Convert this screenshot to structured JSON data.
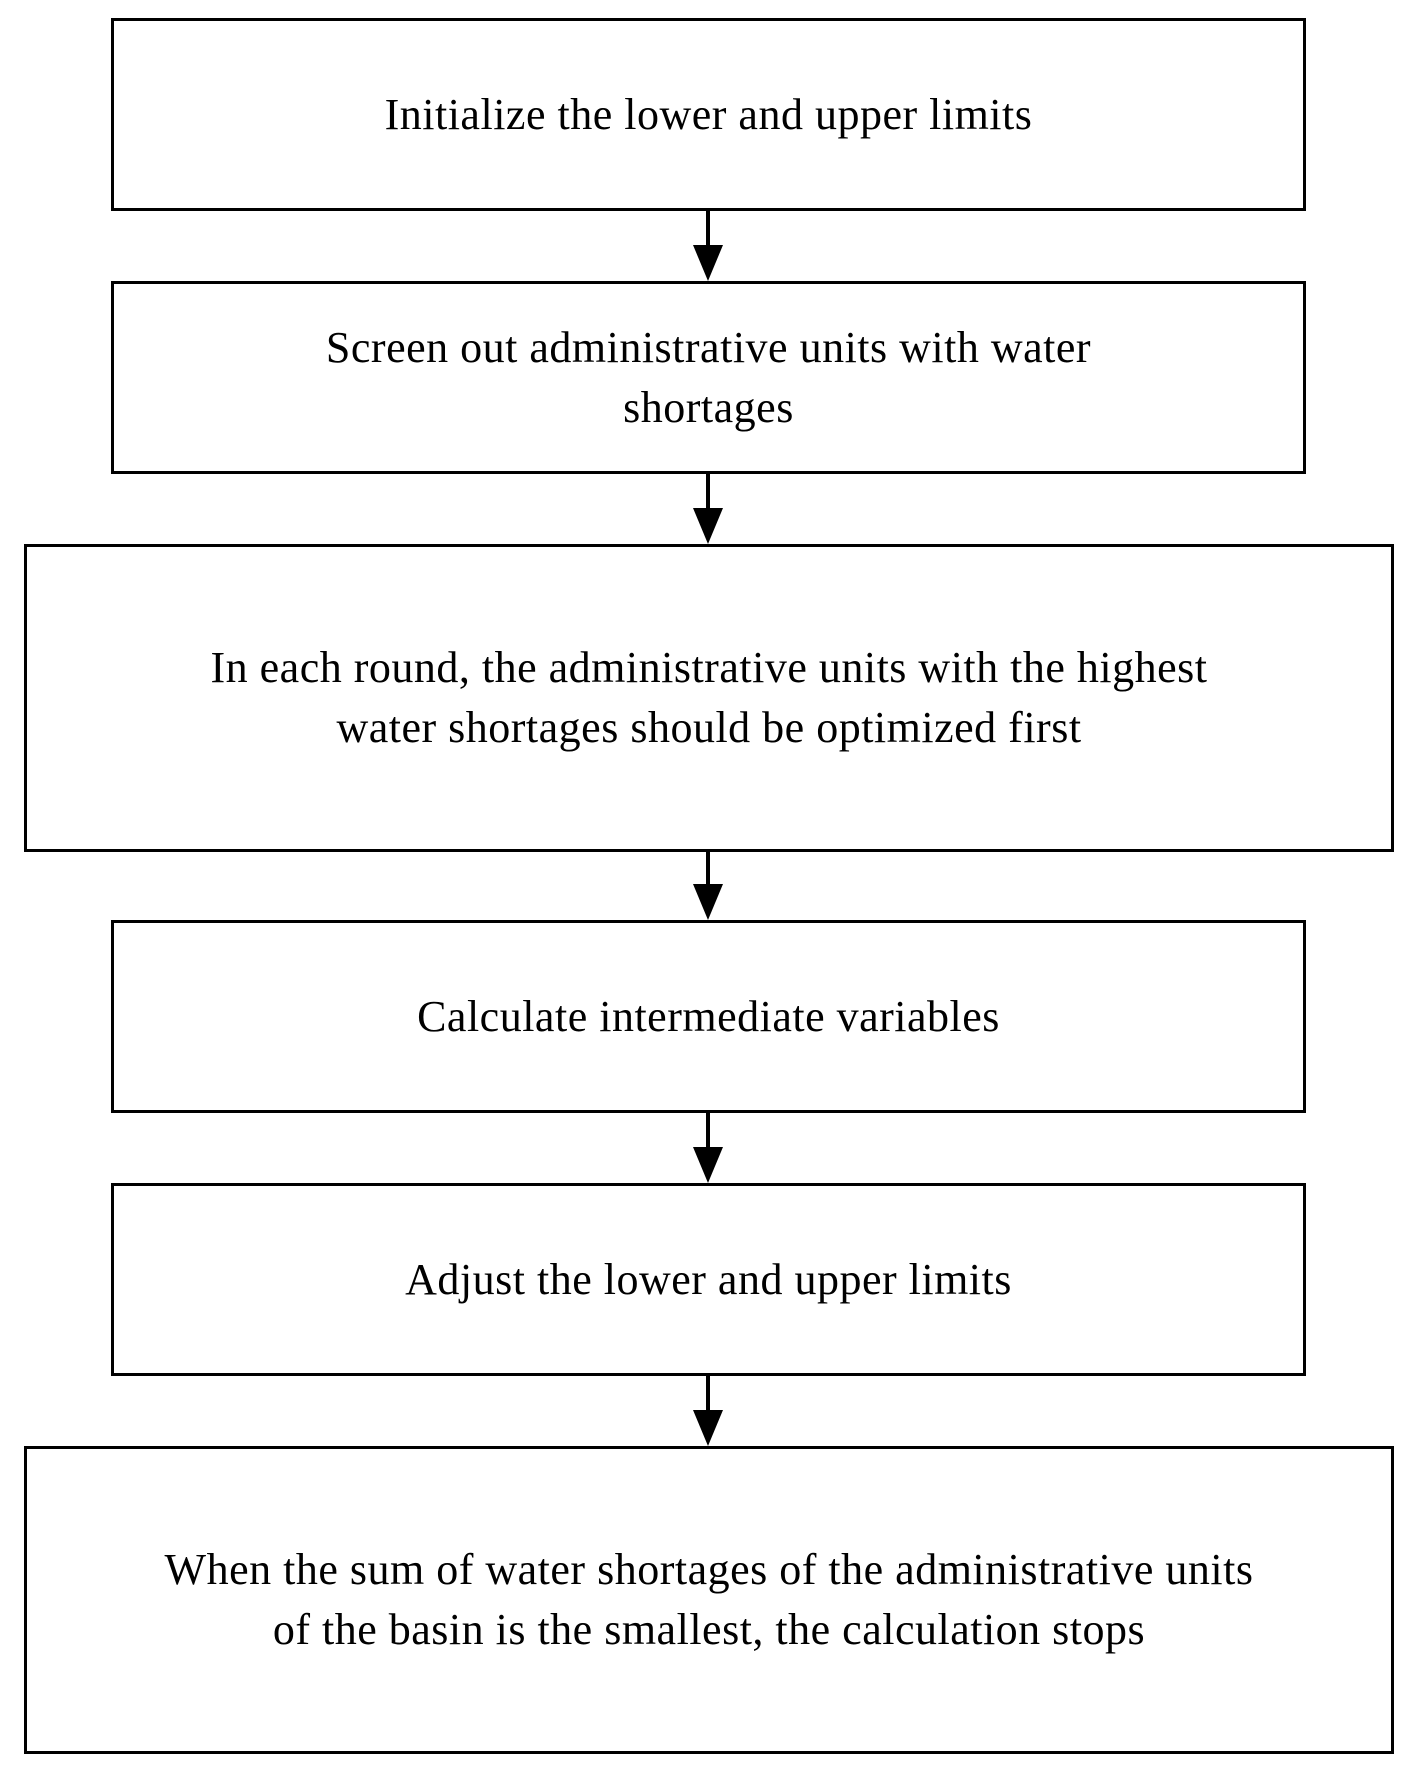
{
  "flowchart": {
    "steps": [
      {
        "text": "Initialize the lower and upper limits"
      },
      {
        "text": "Screen out administrative units with water\nshortages"
      },
      {
        "text": "In each round, the administrative units  with the highest\nwater shortages should be optimized first"
      },
      {
        "text": "Calculate intermediate variables"
      },
      {
        "text": "Adjust the lower and upper limits"
      },
      {
        "text": "When the sum of water shortages of the administrative units\nof the basin is the smallest, the calculation stops"
      }
    ],
    "colors": {
      "stroke": "#000000",
      "background": "#ffffff"
    }
  }
}
